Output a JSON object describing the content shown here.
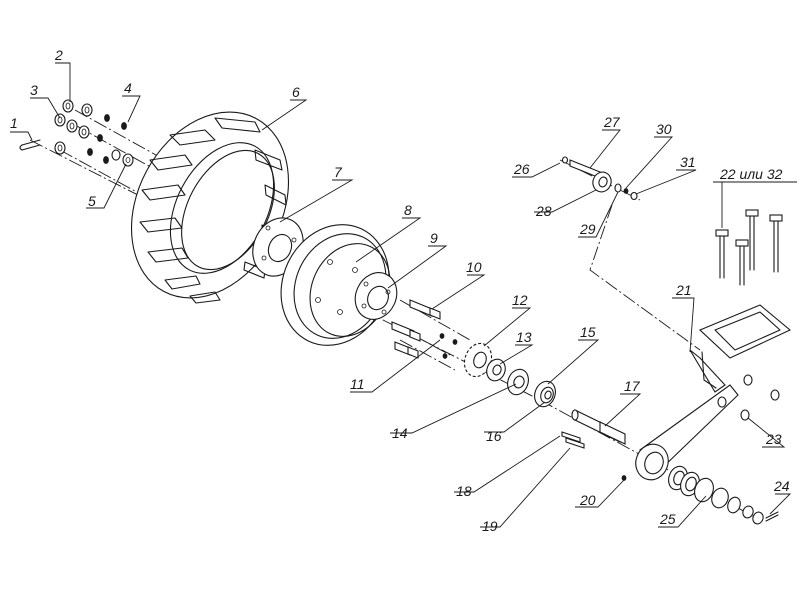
{
  "callouts": [
    {
      "id": "c1",
      "text": "1"
    },
    {
      "id": "c2",
      "text": "2"
    },
    {
      "id": "c3",
      "text": "3"
    },
    {
      "id": "c4",
      "text": "4"
    },
    {
      "id": "c5",
      "text": "5"
    },
    {
      "id": "c6",
      "text": "6"
    },
    {
      "id": "c7",
      "text": "7"
    },
    {
      "id": "c8",
      "text": "8"
    },
    {
      "id": "c9",
      "text": "9"
    },
    {
      "id": "c10",
      "text": "10"
    },
    {
      "id": "c11",
      "text": "11"
    },
    {
      "id": "c12",
      "text": "12"
    },
    {
      "id": "c13",
      "text": "13"
    },
    {
      "id": "c14",
      "text": "14"
    },
    {
      "id": "c15",
      "text": "15"
    },
    {
      "id": "c16",
      "text": "16"
    },
    {
      "id": "c17",
      "text": "17"
    },
    {
      "id": "c18",
      "text": "18"
    },
    {
      "id": "c19",
      "text": "19"
    },
    {
      "id": "c20",
      "text": "20"
    },
    {
      "id": "c21",
      "text": "21"
    },
    {
      "id": "c22",
      "text": "22  или 32"
    },
    {
      "id": "c23",
      "text": "23"
    },
    {
      "id": "c24",
      "text": "24"
    },
    {
      "id": "c25",
      "text": "25"
    },
    {
      "id": "c26",
      "text": "26"
    },
    {
      "id": "c27",
      "text": "27"
    },
    {
      "id": "c28",
      "text": "28"
    },
    {
      "id": "c29",
      "text": "29"
    },
    {
      "id": "c30",
      "text": "30"
    },
    {
      "id": "c31",
      "text": "31"
    }
  ]
}
